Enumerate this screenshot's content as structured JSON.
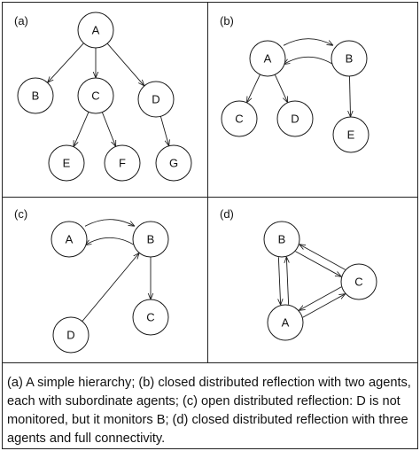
{
  "panels": [
    {
      "label": "(a)",
      "nodes": [
        {
          "id": "A",
          "label": "A"
        },
        {
          "id": "B",
          "label": "B"
        },
        {
          "id": "C",
          "label": "C"
        },
        {
          "id": "D",
          "label": "D"
        },
        {
          "id": "E",
          "label": "E"
        },
        {
          "id": "F",
          "label": "F"
        },
        {
          "id": "G",
          "label": "G"
        }
      ],
      "edges": [
        {
          "from": "A",
          "to": "B"
        },
        {
          "from": "A",
          "to": "C"
        },
        {
          "from": "A",
          "to": "D"
        },
        {
          "from": "C",
          "to": "E"
        },
        {
          "from": "C",
          "to": "F"
        },
        {
          "from": "D",
          "to": "G"
        }
      ]
    },
    {
      "label": "(b)",
      "nodes": [
        {
          "id": "A",
          "label": "A"
        },
        {
          "id": "B",
          "label": "B"
        },
        {
          "id": "C",
          "label": "C"
        },
        {
          "id": "D",
          "label": "D"
        },
        {
          "id": "E",
          "label": "E"
        }
      ],
      "edges": [
        {
          "from": "A",
          "to": "B"
        },
        {
          "from": "B",
          "to": "A"
        },
        {
          "from": "A",
          "to": "C"
        },
        {
          "from": "A",
          "to": "D"
        },
        {
          "from": "B",
          "to": "E"
        }
      ]
    },
    {
      "label": "(c)",
      "nodes": [
        {
          "id": "A",
          "label": "A"
        },
        {
          "id": "B",
          "label": "B"
        },
        {
          "id": "C",
          "label": "C"
        },
        {
          "id": "D",
          "label": "D"
        }
      ],
      "edges": [
        {
          "from": "A",
          "to": "B"
        },
        {
          "from": "B",
          "to": "A"
        },
        {
          "from": "B",
          "to": "C"
        },
        {
          "from": "D",
          "to": "B"
        }
      ]
    },
    {
      "label": "(d)",
      "nodes": [
        {
          "id": "A",
          "label": "A"
        },
        {
          "id": "B",
          "label": "B"
        },
        {
          "id": "C",
          "label": "C"
        }
      ],
      "edges": [
        {
          "from": "A",
          "to": "B"
        },
        {
          "from": "B",
          "to": "A"
        },
        {
          "from": "B",
          "to": "C"
        },
        {
          "from": "C",
          "to": "B"
        },
        {
          "from": "A",
          "to": "C"
        },
        {
          "from": "C",
          "to": "A"
        }
      ]
    }
  ],
  "caption": "(a) A simple hierarchy; (b) closed distributed reflection with two agents, each with subordinate agents; (c) open distributed reflection: D is not monitored, but it monitors B; (d) closed distributed reflection with three agents and full connectivity."
}
